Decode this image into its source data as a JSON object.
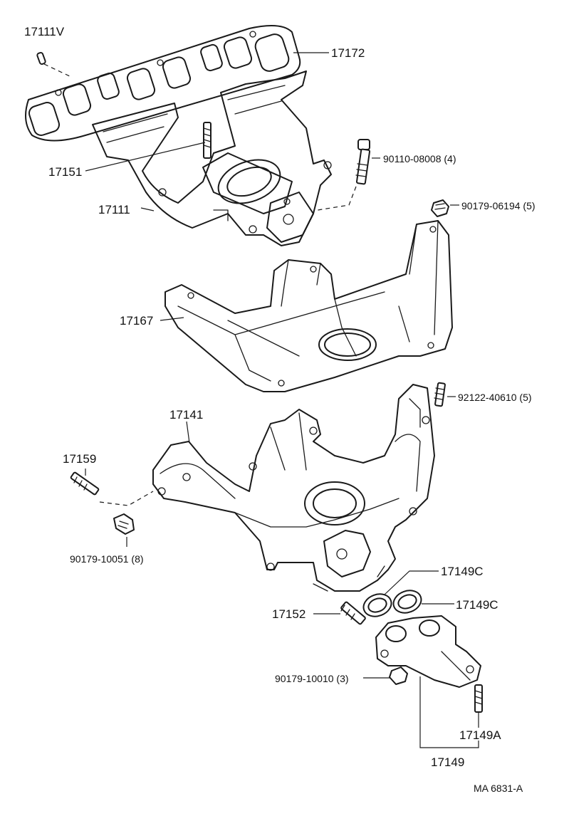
{
  "parts": {
    "p17111V": "17111V",
    "p17172": "17172",
    "p90110": "90110-08008 (4)",
    "p17151": "17151",
    "p17111": "17111",
    "p90179_06194": "90179-06194 (5)",
    "p17167": "17167",
    "p92122": "92122-40610 (5)",
    "p17141": "17141",
    "p17159": "17159",
    "p90179_10051": "90179-10051 (8)",
    "p17149C_a": "17149C",
    "p17149C_b": "17149C",
    "p17152": "17152",
    "p90179_10010": "90179-10010 (3)",
    "p17149A": "17149A",
    "p17149": "17149"
  },
  "reference": "MA  6831-A"
}
